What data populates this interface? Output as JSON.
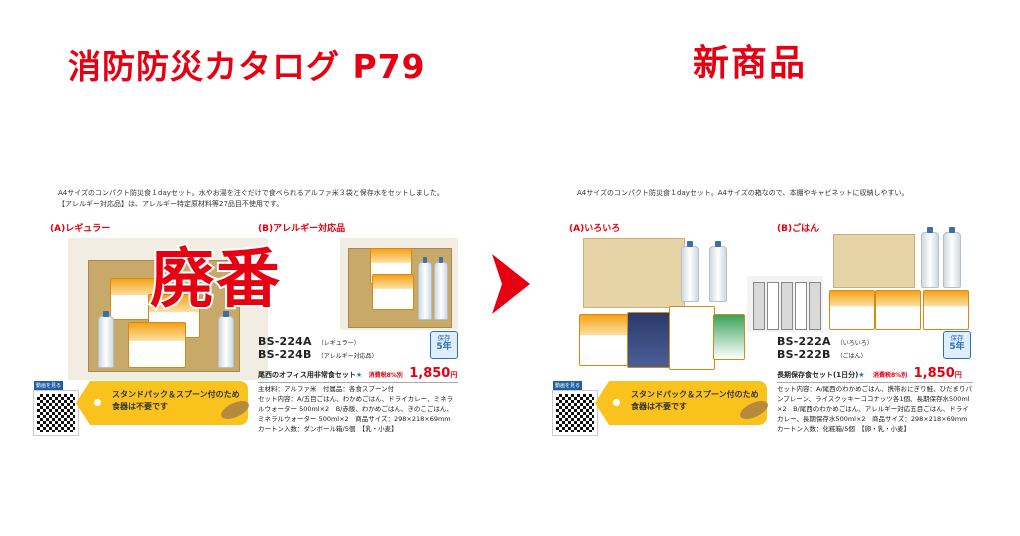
{
  "headings": {
    "left": "消防防災カタログ P79",
    "right": "新商品"
  },
  "overlay": {
    "discontinued": "廃番"
  },
  "left_product": {
    "intro_line1": "A4サイズのコンパクト防災食１dayセット。水やお湯を注ぐだけで食べられるアルファ米３袋と保存水をセットしました。",
    "intro_line2": "【アレルギー対応品】は、アレルギー特定原材料等27品目不使用です。",
    "variant_a": "(A)レギュラー",
    "variant_b": "(B)アレルギー対応品",
    "code_a": "BS-224A",
    "code_a_note": "（レギュラー）",
    "code_b": "BS-224B",
    "code_b_note": "（アレルギー対応品）",
    "badge_top": "保存",
    "badge_bottom": "5年",
    "set_name": "尾西のオフィス用非常食セット",
    "tax_label": "消費税8%別",
    "price": "1,850",
    "price_unit": "円",
    "details": [
      "主材料：アルファ米　付属品：各食スプーン付",
      "セット内容：A/五目ごはん、わかめごはん、ドライカレー、ミネラ",
      "ルウォーター 500ml×2　B/赤飯、わかめごはん、きのこごはん、",
      "ミネラルウォーター 500ml×2　商品サイズ：298×218×69mm",
      "カートン入数：ダンボール箱/5個　【乳・小麦】"
    ],
    "qr_label": "動画を見る",
    "tag_line1": "スタンドパック＆スプーン付のため",
    "tag_line2": "食器は不要です"
  },
  "right_product": {
    "intro_line1": "A4サイズのコンパクト防災食１dayセット。A4サイズの箱なので、本棚やキャビネットに収納しやすい。",
    "variant_a": "(A)いろいろ",
    "variant_b": "(B)ごはん",
    "code_a": "BS-222A",
    "code_a_note": "（いろいろ）",
    "code_b": "BS-222B",
    "code_b_note": "（ごはん）",
    "badge_top": "保存",
    "badge_bottom": "5年",
    "set_name": "長期保存食セット(1日分)",
    "tax_label": "消費税8%別",
    "price": "1,850",
    "price_unit": "円",
    "details": [
      "セット内容：A/尾西のわかめごはん、携帯おにぎり鮭、ひだまりパ",
      "ンプレーン、ライスクッキーココナッツ各1個、長期保存水500ml",
      "×2　B/尾西のわかめごはん、アレルギー対応五目ごはん、ドライ",
      "カレー、長期保存水500ml×2　商品サイズ：298×218×69mm",
      "カートン入数：化粧箱/5個　【卵・乳・小麦】"
    ],
    "qr_label": "動画を見る",
    "tag_line1": "スタンドパック＆スプーン付のため",
    "tag_line2": "食器は不要です"
  },
  "colors": {
    "accent_red": "#e60012",
    "tag_yellow": "#fac21c",
    "badge_blue": "#2a6fb8"
  },
  "icons": {
    "arrow": "right-arrow-icon",
    "star": "★"
  }
}
